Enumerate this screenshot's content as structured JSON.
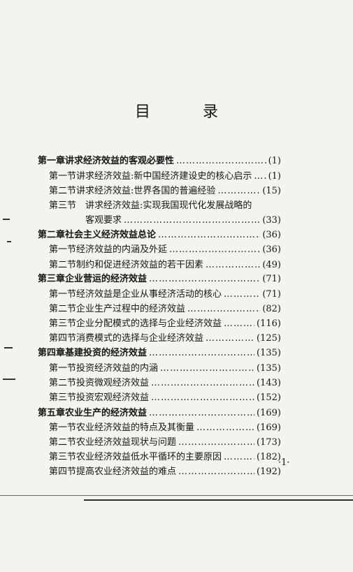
{
  "header": {
    "title": "目 录"
  },
  "toc": {
    "leader": "……………………………………………………………………………………………………………………",
    "entries": [
      {
        "kind": "chapter",
        "num": "第一章",
        "title": "讲求经济效益的客观必要性",
        "page": "(1)"
      },
      {
        "kind": "section",
        "num": "第一节",
        "title": "讲求经济效益:新中国经济建设史的核心启示",
        "page": "(1)"
      },
      {
        "kind": "section",
        "num": "第二节",
        "title": "讲求经济效益:世界各国的普遍经验",
        "page": "(15)"
      },
      {
        "kind": "section",
        "num": "第三节",
        "title": "讲求经济效益:实现我国现代化发展战略的",
        "page": ""
      },
      {
        "kind": "cont",
        "num": "",
        "title": "客观要求",
        "page": "(33)"
      },
      {
        "kind": "chapter",
        "num": "第二章",
        "title": "社会主义经济效益总论",
        "page": "(36)"
      },
      {
        "kind": "section",
        "num": "第一节",
        "title": "经济效益的内涵及外延",
        "page": "(36)"
      },
      {
        "kind": "section",
        "num": "第二节",
        "title": "制约和促进经济效益的若干因素",
        "page": "(49)"
      },
      {
        "kind": "chapter",
        "num": "第三章",
        "title": "企业营运的经济效益",
        "page": "(71)"
      },
      {
        "kind": "section",
        "num": "第一节",
        "title": "经济效益是企业从事经济活动的核心",
        "page": "(71)"
      },
      {
        "kind": "section",
        "num": "第二节",
        "title": "企业生产过程中的经济效益",
        "page": "(82)"
      },
      {
        "kind": "section",
        "num": "第三节",
        "title": "企业分配模式的选择与企业经济效益",
        "page": "(116)"
      },
      {
        "kind": "section",
        "num": "第四节",
        "title": "消费模式的选择与企业经济效益",
        "page": "(125)"
      },
      {
        "kind": "chapter",
        "num": "第四章",
        "title": "基建投资的经济效益",
        "page": "(135)"
      },
      {
        "kind": "section",
        "num": "第一节",
        "title": "投资经济效益的内涵",
        "page": "(135)"
      },
      {
        "kind": "section",
        "num": "第二节",
        "title": "投资微观经济效益",
        "page": "(143)"
      },
      {
        "kind": "section",
        "num": "第三节",
        "title": "投资宏观经济效益",
        "page": "(152)"
      },
      {
        "kind": "chapter",
        "num": "第五章",
        "title": "农业生产的经济效益",
        "page": "(169)"
      },
      {
        "kind": "section",
        "num": "第一节",
        "title": "农业经济效益的特点及其衡量",
        "page": "(169)"
      },
      {
        "kind": "section",
        "num": "第二节",
        "title": "农业经济效益现状与问题",
        "page": "(173)"
      },
      {
        "kind": "section",
        "num": "第三节",
        "title": "农业经济效益低水平循环的主要原因",
        "page": "(182)"
      },
      {
        "kind": "section",
        "num": "第四节",
        "title": "提高农业经济效益的难点",
        "page": "(192)"
      }
    ]
  },
  "footer": {
    "page_number": "·1·"
  }
}
